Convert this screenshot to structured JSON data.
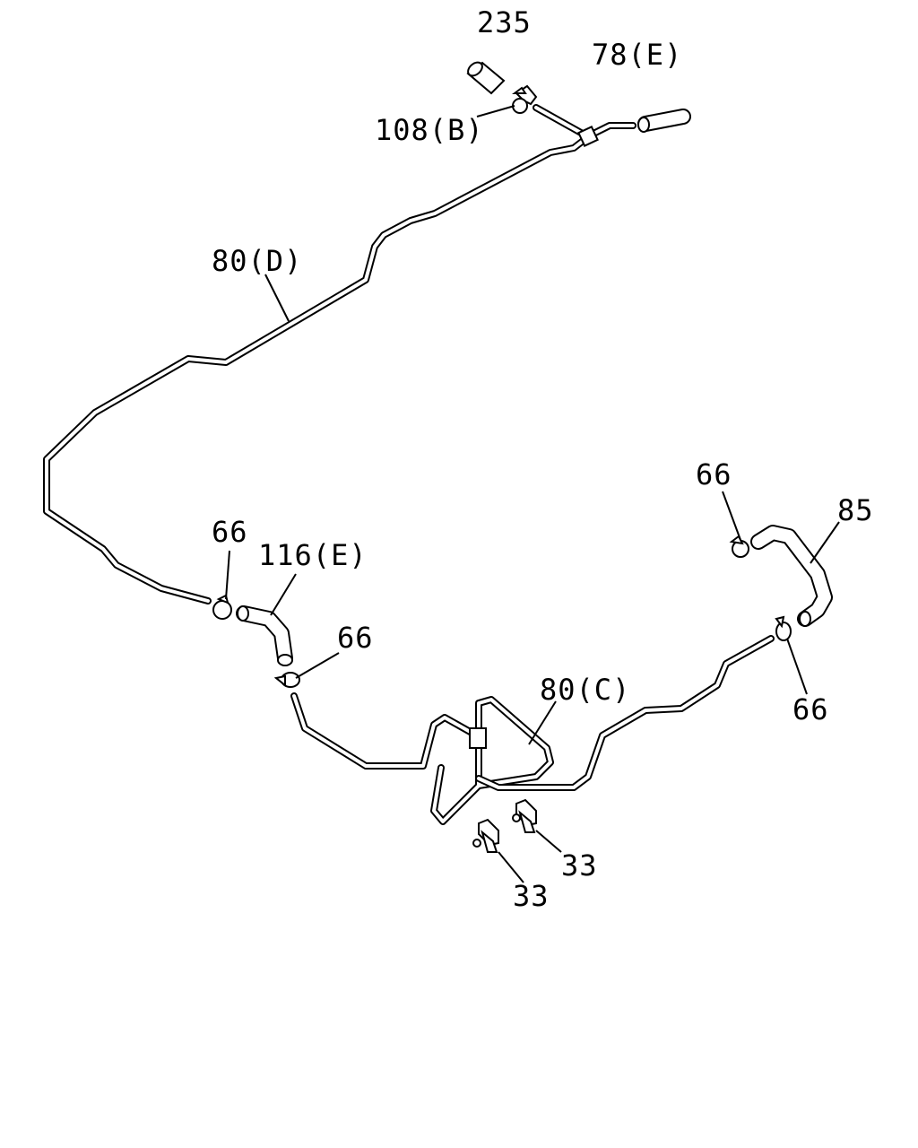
{
  "diagram": {
    "callouts": {
      "c235": "235",
      "c78e": "78(E)",
      "c108b": "108(B)",
      "c80d": "80(D)",
      "c66_left": "66",
      "c116e": "116(E)",
      "c66_mid": "66",
      "c66_right_top": "66",
      "c85": "85",
      "c80c": "80(C)",
      "c66_right_bottom": "66",
      "c33_right": "33",
      "c33_left": "33"
    }
  }
}
